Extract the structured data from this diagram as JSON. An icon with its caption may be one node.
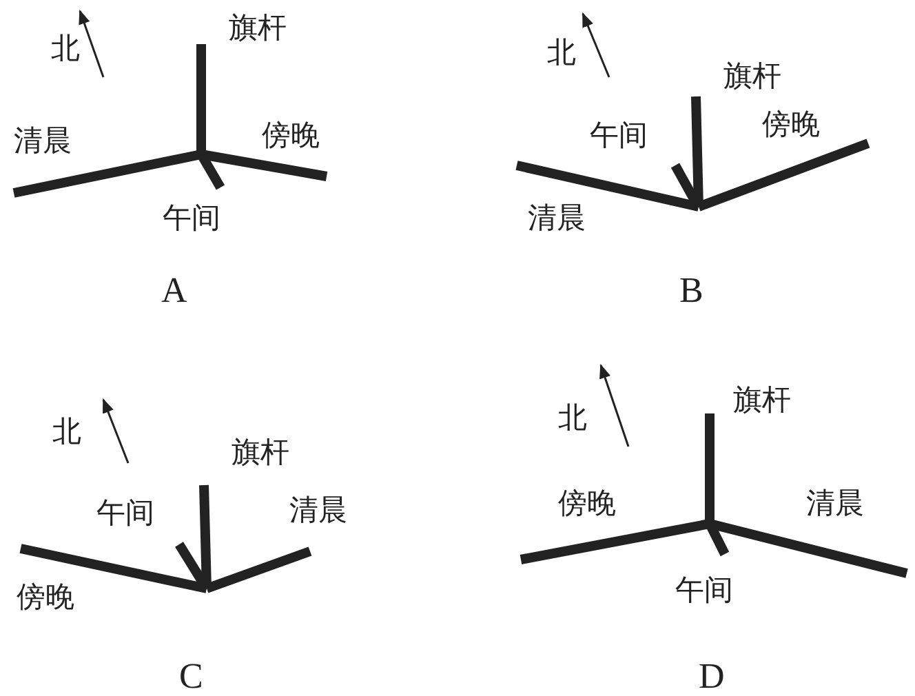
{
  "diagram": {
    "labels": [
      "北",
      "旗杆",
      "清晨",
      "傍晚",
      "午间",
      "A",
      "北",
      "旗杆",
      "午间",
      "傍晚",
      "清晨",
      "B",
      "北",
      "旗杆",
      "午间",
      "清晨",
      "傍晚",
      "C",
      "北",
      "旗杆",
      "傍晚",
      "清晨",
      "午间",
      "D"
    ]
  }
}
